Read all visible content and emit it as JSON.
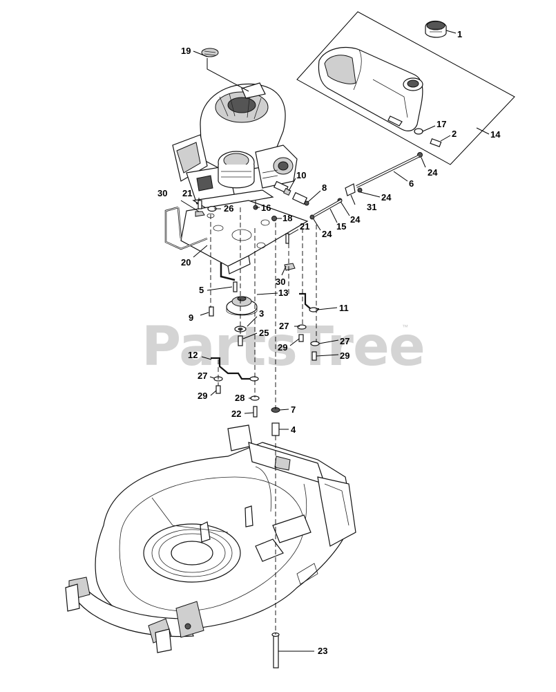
{
  "watermark": {
    "text": "PartsTree",
    "trademark": "™"
  },
  "callouts": [
    {
      "id": "c1",
      "text": "1"
    },
    {
      "id": "c2",
      "text": "2"
    },
    {
      "id": "c3",
      "text": "3"
    },
    {
      "id": "c4",
      "text": "4"
    },
    {
      "id": "c5",
      "text": "5"
    },
    {
      "id": "c6",
      "text": "6"
    },
    {
      "id": "c7",
      "text": "7"
    },
    {
      "id": "c8",
      "text": "8"
    },
    {
      "id": "c9",
      "text": "9"
    },
    {
      "id": "c10",
      "text": "10"
    },
    {
      "id": "c11",
      "text": "11"
    },
    {
      "id": "c12",
      "text": "12"
    },
    {
      "id": "c13",
      "text": "13"
    },
    {
      "id": "c14",
      "text": "14"
    },
    {
      "id": "c15",
      "text": "15"
    },
    {
      "id": "c16",
      "text": "16"
    },
    {
      "id": "c17",
      "text": "17"
    },
    {
      "id": "c18",
      "text": "18"
    },
    {
      "id": "c19",
      "text": "19"
    },
    {
      "id": "c20",
      "text": "20"
    },
    {
      "id": "c21a",
      "text": "21"
    },
    {
      "id": "c21b",
      "text": "21"
    },
    {
      "id": "c22",
      "text": "22"
    },
    {
      "id": "c23",
      "text": "23"
    },
    {
      "id": "c24a",
      "text": "24"
    },
    {
      "id": "c24b",
      "text": "24"
    },
    {
      "id": "c24c",
      "text": "24"
    },
    {
      "id": "c24d",
      "text": "24"
    },
    {
      "id": "c25",
      "text": "25"
    },
    {
      "id": "c26",
      "text": "26"
    },
    {
      "id": "c27a",
      "text": "27"
    },
    {
      "id": "c27b",
      "text": "27"
    },
    {
      "id": "c27c",
      "text": "27"
    },
    {
      "id": "c28",
      "text": "28"
    },
    {
      "id": "c29a",
      "text": "29"
    },
    {
      "id": "c29b",
      "text": "29"
    },
    {
      "id": "c29c",
      "text": "29"
    },
    {
      "id": "c30a",
      "text": "30"
    },
    {
      "id": "c30b",
      "text": "30"
    },
    {
      "id": "c31",
      "text": "31"
    }
  ]
}
